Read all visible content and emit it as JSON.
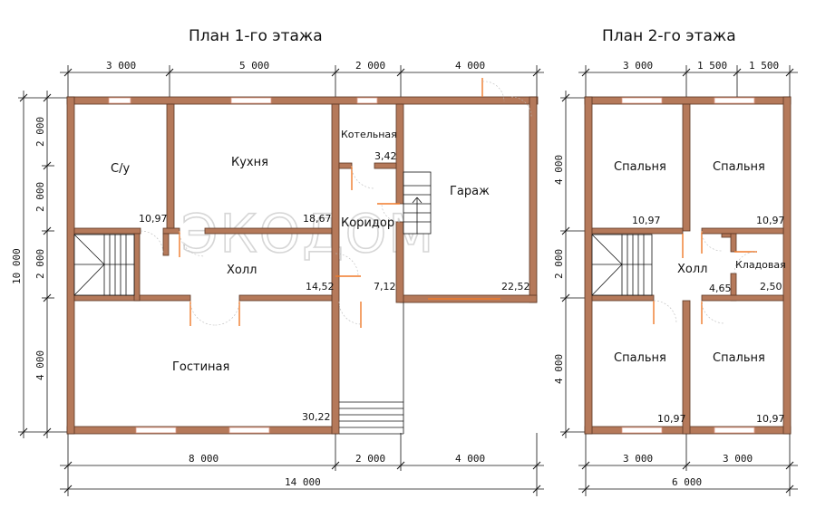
{
  "titles": {
    "floor1": "План 1-го этажа",
    "floor2": "План 2-го этажа"
  },
  "watermark": "ЭКОДОМ",
  "dimensions": {
    "f1_top": [
      "3 000",
      "5 000",
      "2 000",
      "4 000"
    ],
    "f1_bottom": [
      "8 000",
      "2 000",
      "4 000"
    ],
    "f1_total": "14 000",
    "f1_left": [
      "2 000",
      "2 000",
      "2 000",
      "4 000"
    ],
    "f1_left_total": "10 000",
    "f2_top": [
      "3 000",
      "1 500",
      "1 500"
    ],
    "f2_bottom": [
      "3 000",
      "3 000"
    ],
    "f2_total": "6 000",
    "f2_left": [
      "4 000",
      "2 000",
      "4 000"
    ]
  },
  "floor1_rooms": {
    "bath": {
      "name": "С/у",
      "area": "10,97"
    },
    "kitchen": {
      "name": "Кухня",
      "area": "18,67"
    },
    "boiler": {
      "name": "Котельная",
      "area": "3,42"
    },
    "garage": {
      "name": "Гараж",
      "area": "22,52"
    },
    "corridor": {
      "name": "Коридор",
      "area": "7,12"
    },
    "hall": {
      "name": "Холл",
      "area": "14,52"
    },
    "living": {
      "name": "Гостиная",
      "area": "30,22"
    }
  },
  "floor2_rooms": {
    "bed_tl": {
      "name": "Спальня",
      "area": "10,97"
    },
    "bed_tr": {
      "name": "Спальня",
      "area": "10,97"
    },
    "storage": {
      "name": "Кладовая",
      "area": "2,50"
    },
    "hall": {
      "name": "Холл",
      "area": "4,65"
    },
    "bed_bl": {
      "name": "Спальня",
      "area": "10,97"
    },
    "bed_br": {
      "name": "Спальня",
      "area": "10,97"
    }
  }
}
